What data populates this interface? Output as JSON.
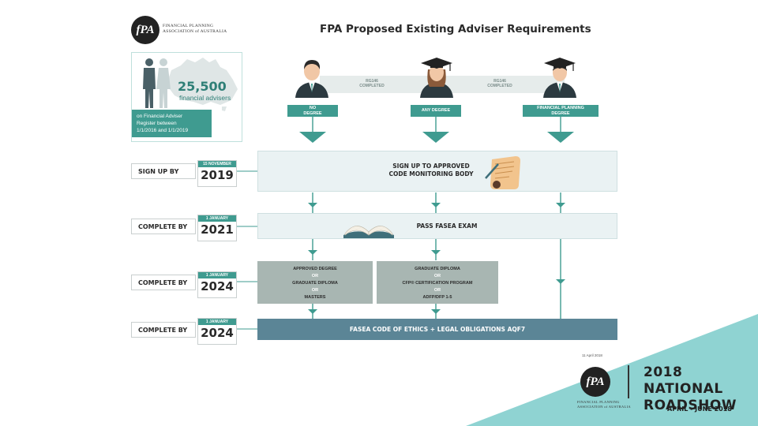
{
  "header": {
    "logo_mark": "fPA",
    "logo_text_line1": "FINANCIAL PLANNING",
    "logo_text_line2": "ASSOCIATION of AUSTRALIA",
    "title": "FPA Proposed Existing Adviser Requirements"
  },
  "stat": {
    "number": "25,500",
    "unit": "financial advisers",
    "caption_line1": "on Financial Adviser",
    "caption_line2": "Register between",
    "caption_line3": "1/1/2016 and 1/1/2019"
  },
  "pathways": {
    "band_left_line1": "RG146",
    "band_left_line2": "COMPLETED",
    "band_right_line1": "RG146",
    "band_right_line2": "COMPLETED",
    "options": [
      {
        "line1": "NO",
        "line2": "DEGREE"
      },
      {
        "line1": "ANY DEGREE",
        "line2": ""
      },
      {
        "line1": "FINANCIAL PLANNING",
        "line2": "DEGREE"
      }
    ]
  },
  "rows": [
    {
      "label": "SIGN UP BY",
      "date_top": "15 NOVEMBER",
      "year": "2019"
    },
    {
      "label": "COMPLETE BY",
      "date_top": "1 JANUARY",
      "year": "2021"
    },
    {
      "label": "COMPLETE BY",
      "date_top": "1 JANUARY",
      "year": "2024"
    },
    {
      "label": "COMPLETE BY",
      "date_top": "1 JANUARY",
      "year": "2024"
    }
  ],
  "stages": {
    "signup_line1": "SIGN UP TO APPROVED",
    "signup_line2": "CODE MONITORING BODY",
    "exam": "PASS FASEA EXAM",
    "qual_left": [
      "APPROVED DEGREE",
      "OR",
      "GRADUATE DIPLOMA",
      "OR",
      "MASTERS"
    ],
    "qual_right": [
      "GRADUATE DIPLOMA",
      "OR",
      "CFP® CERTIFICATION PROGRAM",
      "OR",
      "ADFP/DFP 1-5"
    ],
    "ethics": "FASEA CODE OF ETHICS + LEGAL OBLIGATIONS AQF7"
  },
  "footer": {
    "date": "11 April 2018",
    "roadshow_line1": "2018 NATIONAL",
    "roadshow_line2": "ROADSHOW",
    "roadshow_dates": "APRIL - JUNE 2018",
    "logo_mark": "fPA",
    "logo_text_line1": "FINANCIAL PLANNING",
    "logo_text_line2": "ASSOCIATION of AUSTRALIA"
  },
  "colors": {
    "teal": "#3f9b90",
    "light_teal_bg": "#eaf2f3",
    "grey_stage": "#a8b6b2",
    "dark_stage": "#5b8596",
    "corner_triangle": "#8fd3d2"
  },
  "icons": [
    "adviser-no-degree-icon",
    "graduate-icon",
    "graduate-fp-icon",
    "certificate-scroll-icon",
    "open-book-icon",
    "australia-map-icon",
    "people-silhouette-icon"
  ]
}
